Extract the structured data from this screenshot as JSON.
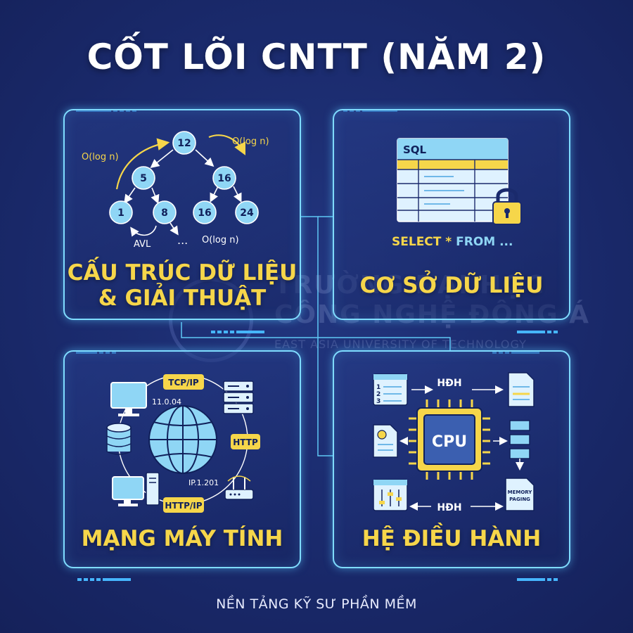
{
  "title": "CỐT LÕI CNTT (NĂM 2)",
  "footer": "NỀN TẢNG KỸ SƯ PHẦN MỀM",
  "watermark": {
    "line1": "TRƯỜNG ĐẠI HỌC",
    "line2": "CÔNG NGHỆ ĐÔNG Á",
    "line3": "EAST ASIA UNIVERSITY OF TECHNOLOGY"
  },
  "colors": {
    "accent_yellow": "#f6d64a",
    "neon_blue": "#7fdcff",
    "node_fill": "#8fd6f5",
    "background": "#1a2a6c"
  },
  "panels": {
    "dsa": {
      "title_line1": "CẤU TRÚC DỮ LIỆU",
      "title_line2": "& GIẢI THUẬT",
      "nodes": [
        "12",
        "5",
        "16",
        "1",
        "8",
        "16",
        "24"
      ],
      "labels": {
        "complexity_left": "O(log n)",
        "complexity_right": "O(log n)",
        "complexity_bottom": "O(log n)",
        "avl": "AVL",
        "ellipsis": "..."
      }
    },
    "db": {
      "title": "CƠ SỞ DỮ LIỆU",
      "table_header": "SQL",
      "query_part1": "SELECT * ",
      "query_part2": "FROM ...",
      "icon": "padlock-icon"
    },
    "network": {
      "title": "MẠNG MÁY TÍNH",
      "labels": {
        "tcpip": "TCP/IP",
        "http": "HTTP",
        "httpip": "HTTP/IP",
        "ip_left": "11.0.04",
        "ip_right": "IP.1.201"
      },
      "icons": [
        "globe-icon",
        "monitor-icon",
        "server-icon",
        "database-icon",
        "computer-tower-icon",
        "router-icon"
      ]
    },
    "os": {
      "title": "HỆ ĐIỀU HÀNH",
      "cpu": "CPU",
      "hdh_top": "HĐH",
      "hdh_bottom": "HĐH",
      "list_numbers": [
        "1",
        "2",
        "3"
      ],
      "memory_line1": "MEMORY",
      "memory_line2": "PAGING",
      "icons": [
        "cpu-chip-icon",
        "numbered-list-icon",
        "document-icon",
        "settings-document-icon",
        "queue-icon",
        "control-panel-icon",
        "memory-document-icon"
      ]
    }
  }
}
